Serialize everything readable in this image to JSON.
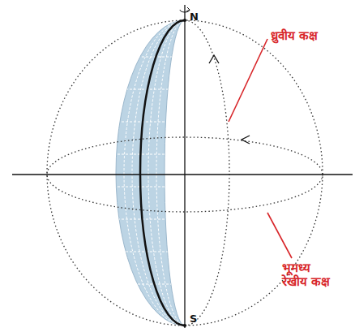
{
  "diagram": {
    "labels": [
      "N",
      "ध्रुवीय कक्ष",
      "भूमध्य रेखीय कक्ष",
      "S"
    ]
  }
}
